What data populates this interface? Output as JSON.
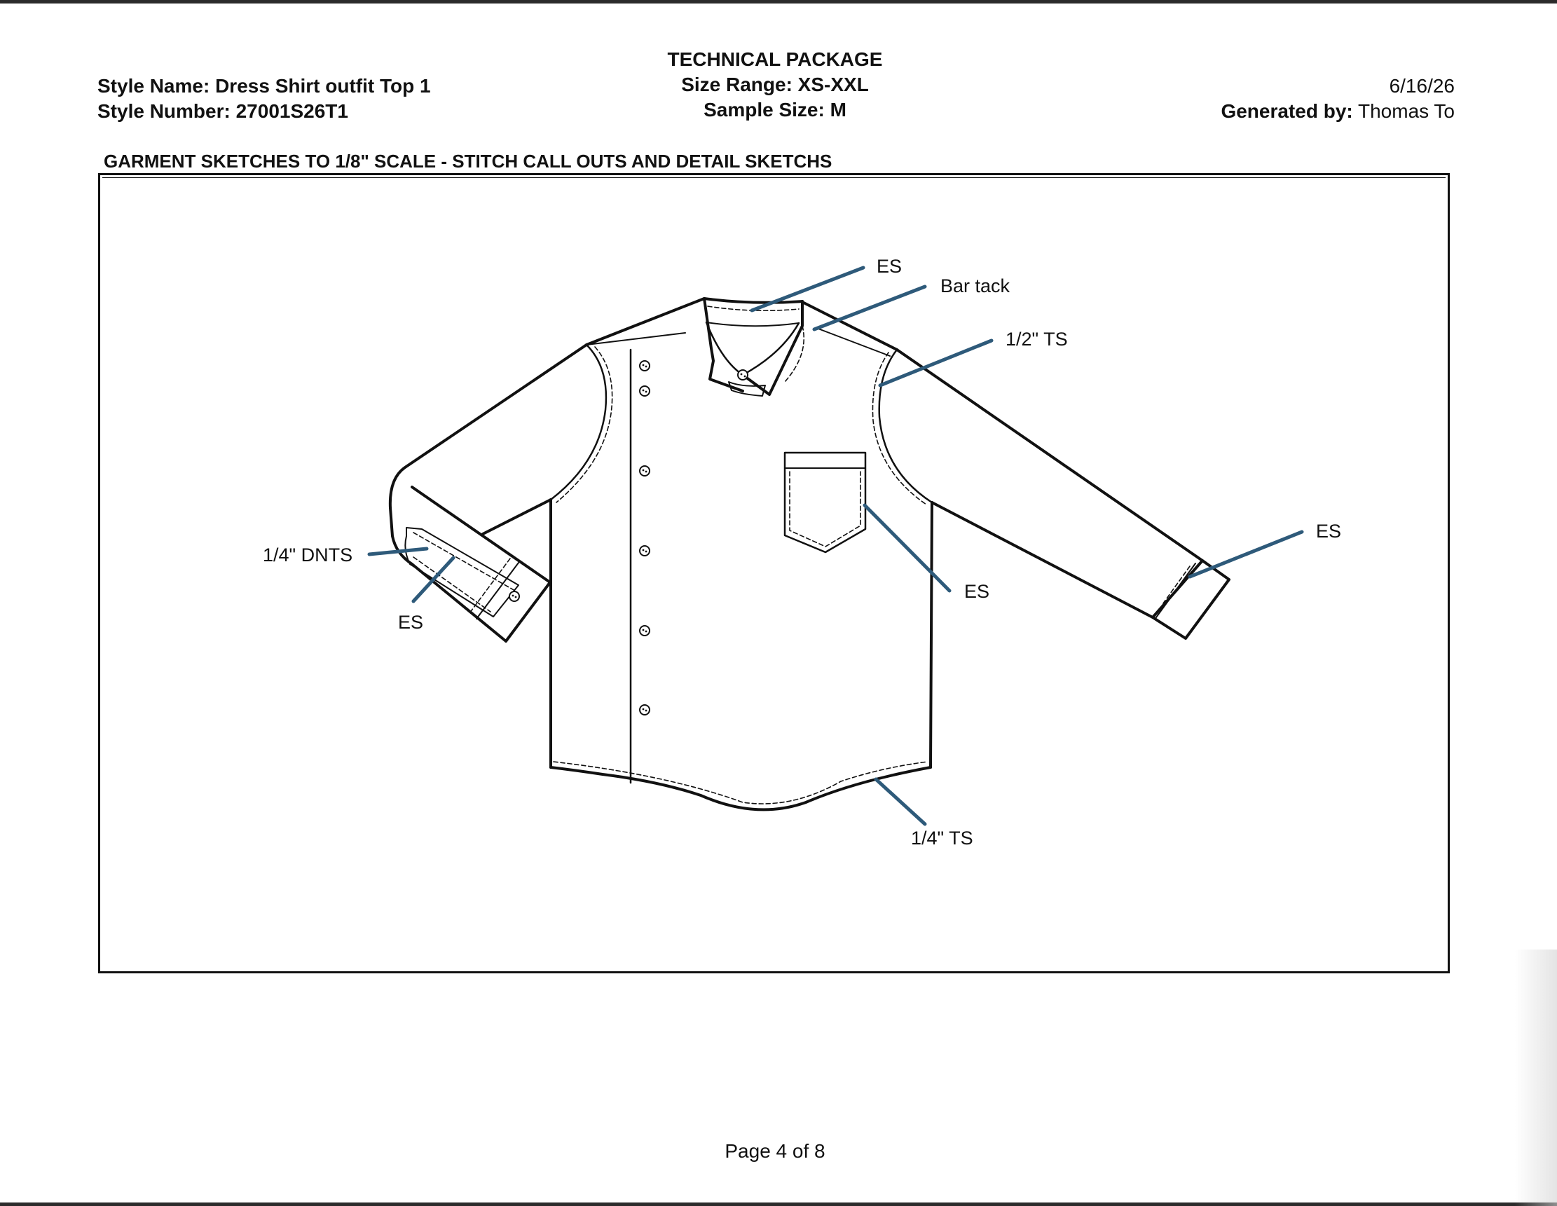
{
  "header": {
    "style_name_label": "Style Name:",
    "style_name": "Dress Shirt outfit Top 1",
    "style_number_label": "Style Number:",
    "style_number": "27001S26T1",
    "doc_title": "TECHNICAL PACKAGE",
    "size_range_label": "Size Range:",
    "size_range": "XS-XXL",
    "sample_size_label": "Sample Size:",
    "sample_size": "M",
    "date": "6/16/26",
    "generated_by_label": "Generated by:",
    "generated_by": "Thomas To"
  },
  "section": {
    "title": "GARMENT SKETCHES TO 1/8\" SCALE - STITCH CALL OUTS AND DETAIL SKETCHS"
  },
  "callouts": {
    "collar": "ES",
    "shoulder": "Bar tack",
    "armhole": "1/2\" TS",
    "pocket": "ES",
    "right_cuff": "ES",
    "left_cuff_topstitch": "1/4\" DNTS",
    "left_cuff": "ES",
    "hem": "1/4\" TS"
  },
  "colors": {
    "callout_line": "#2e5a7a",
    "outline": "#111111"
  },
  "footer": {
    "page": "Page 4 of 8"
  }
}
